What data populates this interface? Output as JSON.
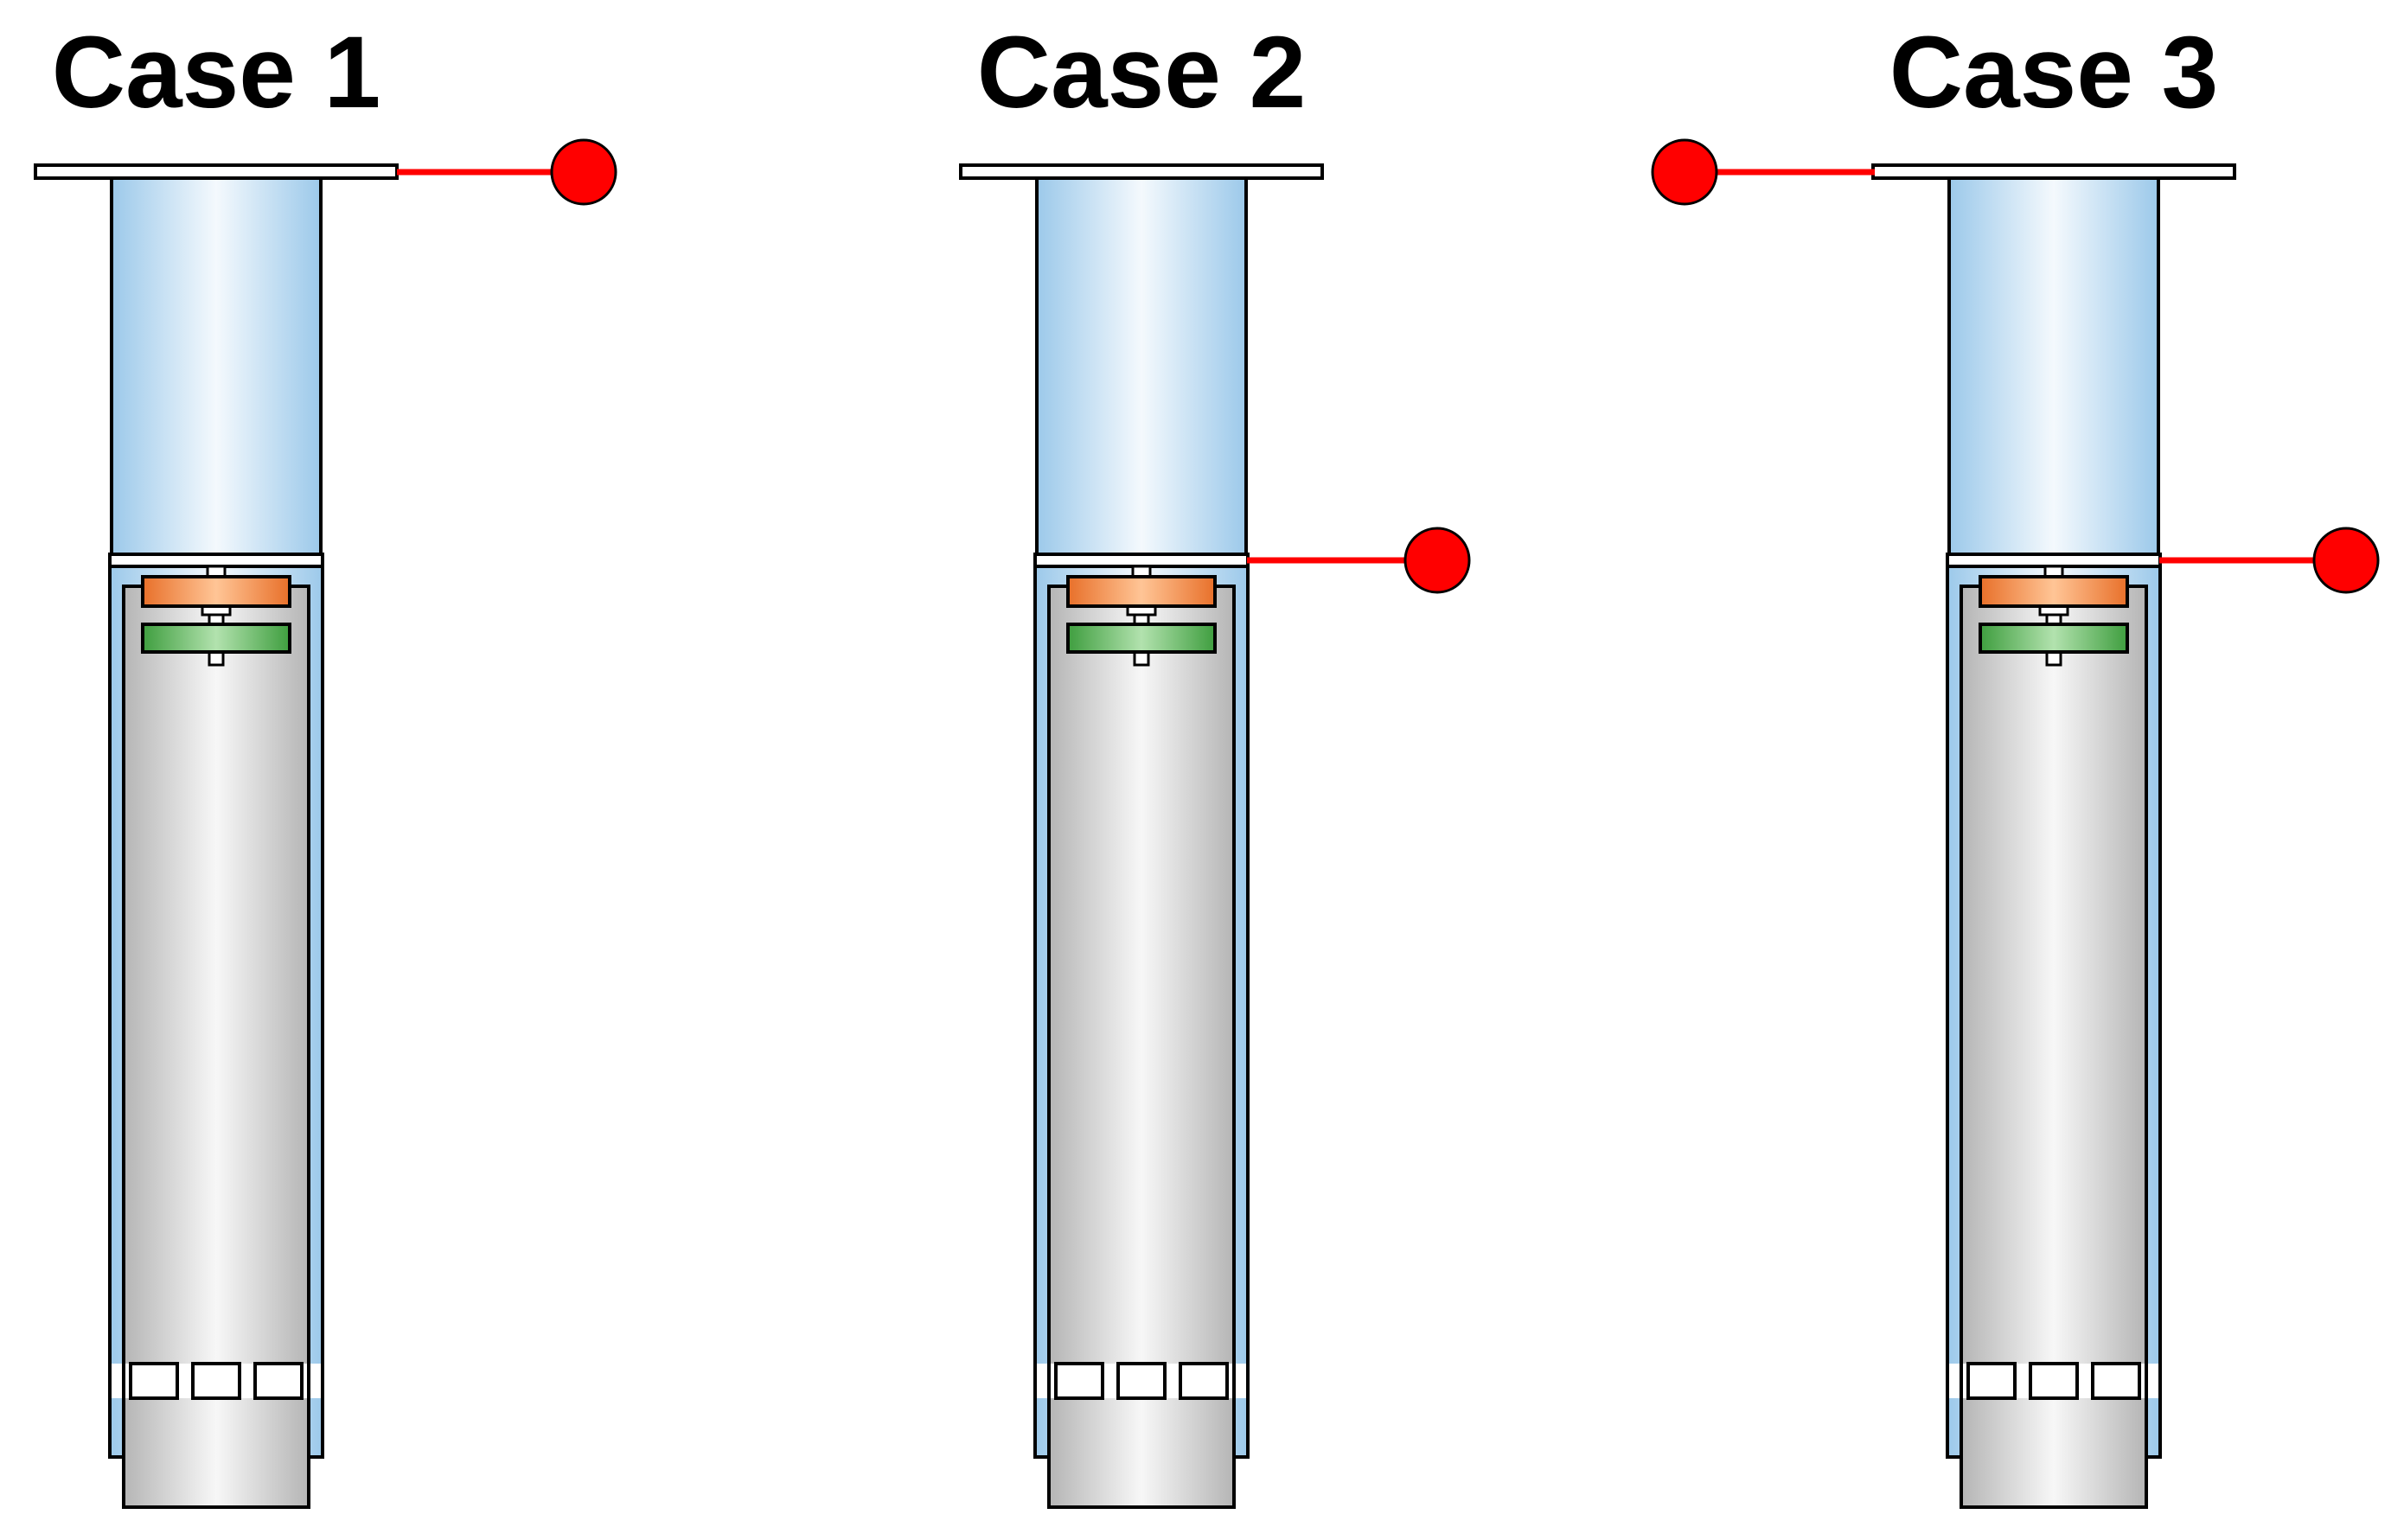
{
  "cases": [
    {
      "title": "Case 1",
      "connection": "top-flange-right"
    },
    {
      "title": "Case 2",
      "connection": "joint-right"
    },
    {
      "title": "Case 3",
      "connection": "top-flange-left-and-joint-right"
    }
  ],
  "colors": {
    "outline": "#000000",
    "tube_edge": "#9cc9ea",
    "tube_center": "#f4f9fd",
    "cylinder_edge": "#b5b5b5",
    "cylinder_center": "#f7f7f7",
    "orange_edge": "#e8702a",
    "orange_center": "#ffc596",
    "green_edge": "#3f9e3f",
    "green_center": "#b2e2ae",
    "wire": "#ff0000",
    "terminal": "#ff0000"
  },
  "icons": {
    "terminal": "red-circle-terminal"
  }
}
